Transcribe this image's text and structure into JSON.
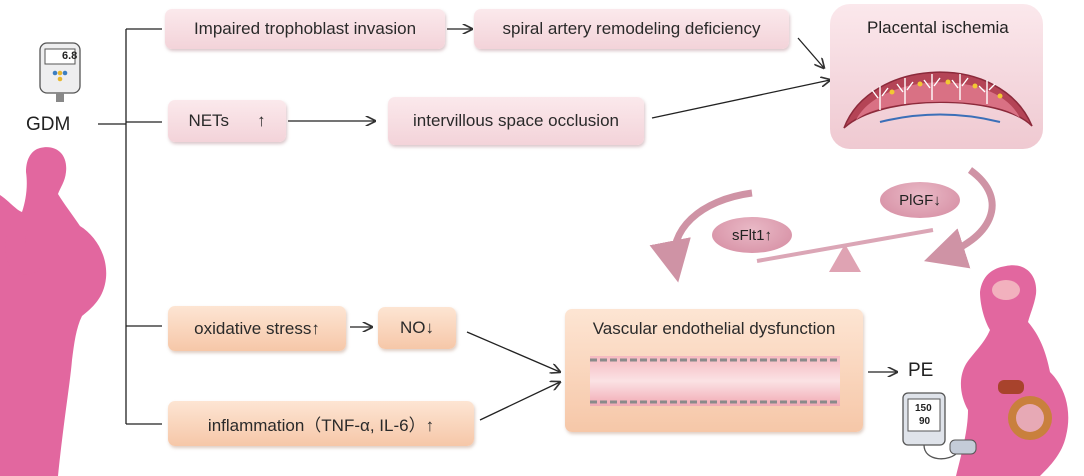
{
  "labels": {
    "gdm": "GDM",
    "meter_reading": "6.8",
    "trophoblast": "Impaired trophoblast invasion",
    "spiral": "spiral artery remodeling deficiency",
    "nets": "NETs",
    "nets_arrow": "↑",
    "intervillous": "intervillous space occlusion",
    "placental": "Placental ischemia",
    "plgf": "PlGF↓",
    "sflt1": "sFlt1↑",
    "oxidative": "oxidative stress↑",
    "no": "NO↓",
    "inflammation": "inflammation（TNF-α, IL-6）↑",
    "vascular": "Vascular endothelial dysfunction",
    "pe": "PE",
    "bp_sys": "150",
    "bp_dia": "90"
  },
  "colors": {
    "pink_box": "#f3d3d9",
    "peach_box": "#f6c7a8",
    "silhouette": "#e2679f",
    "arc": "#cf93a5",
    "pill": "#d48aa0"
  },
  "icons": [
    "glucose-meter-icon",
    "sun-icon",
    "pregnant-silhouette-icon",
    "placenta-icon",
    "seesaw-icon",
    "blood-vessel-icon",
    "blood-pressure-monitor-icon"
  ]
}
